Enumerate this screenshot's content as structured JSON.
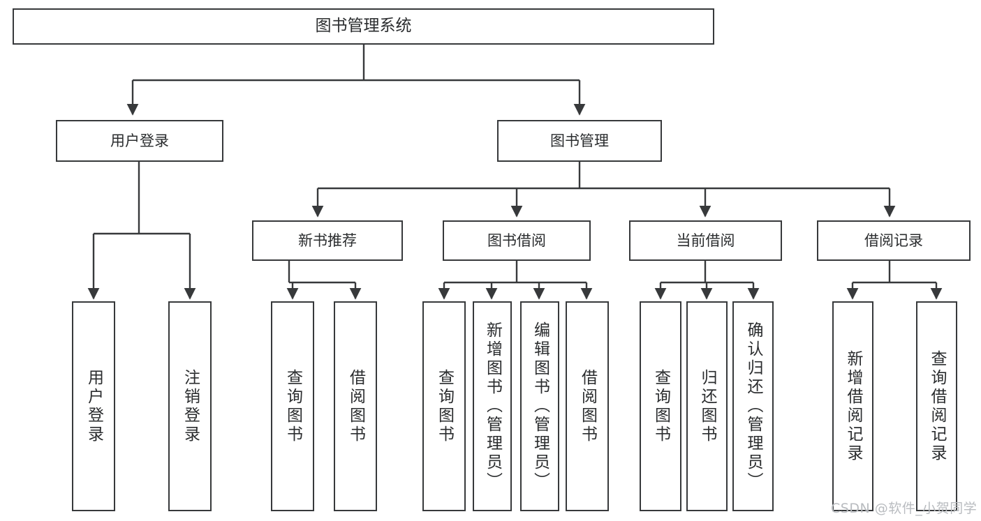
{
  "diagram": {
    "type": "tree",
    "title": "图书管理系统",
    "root": {
      "label": "图书管理系统"
    },
    "level2": [
      {
        "label": "用户登录"
      },
      {
        "label": "图书管理"
      }
    ],
    "level3": [
      {
        "label": "新书推荐"
      },
      {
        "label": "图书借阅"
      },
      {
        "label": "当前借阅"
      },
      {
        "label": "借阅记录"
      }
    ],
    "leaves": {
      "user_login": [
        {
          "label": "用户登录"
        },
        {
          "label": "注销登录"
        }
      ],
      "new_book_recommend": [
        {
          "label": "查询图书"
        },
        {
          "label": "借阅图书"
        }
      ],
      "book_borrow": [
        {
          "label": "查询图书"
        },
        {
          "label": "新增图书（管理员）"
        },
        {
          "label": "编辑图书（管理员）"
        },
        {
          "label": "借阅图书"
        }
      ],
      "current_borrow": [
        {
          "label": "查询图书"
        },
        {
          "label": "归还图书"
        },
        {
          "label": "确认归还（管理员）"
        }
      ],
      "borrow_record": [
        {
          "label": "新增借阅记录"
        },
        {
          "label": "查询借阅记录"
        }
      ]
    }
  },
  "watermark": {
    "text": "CSDN @软件_小贺同学"
  },
  "colors": {
    "stroke": "#37393b",
    "fill": "#ffffff",
    "text": "#2a2c2e",
    "watermark": "#b9bcc0"
  }
}
